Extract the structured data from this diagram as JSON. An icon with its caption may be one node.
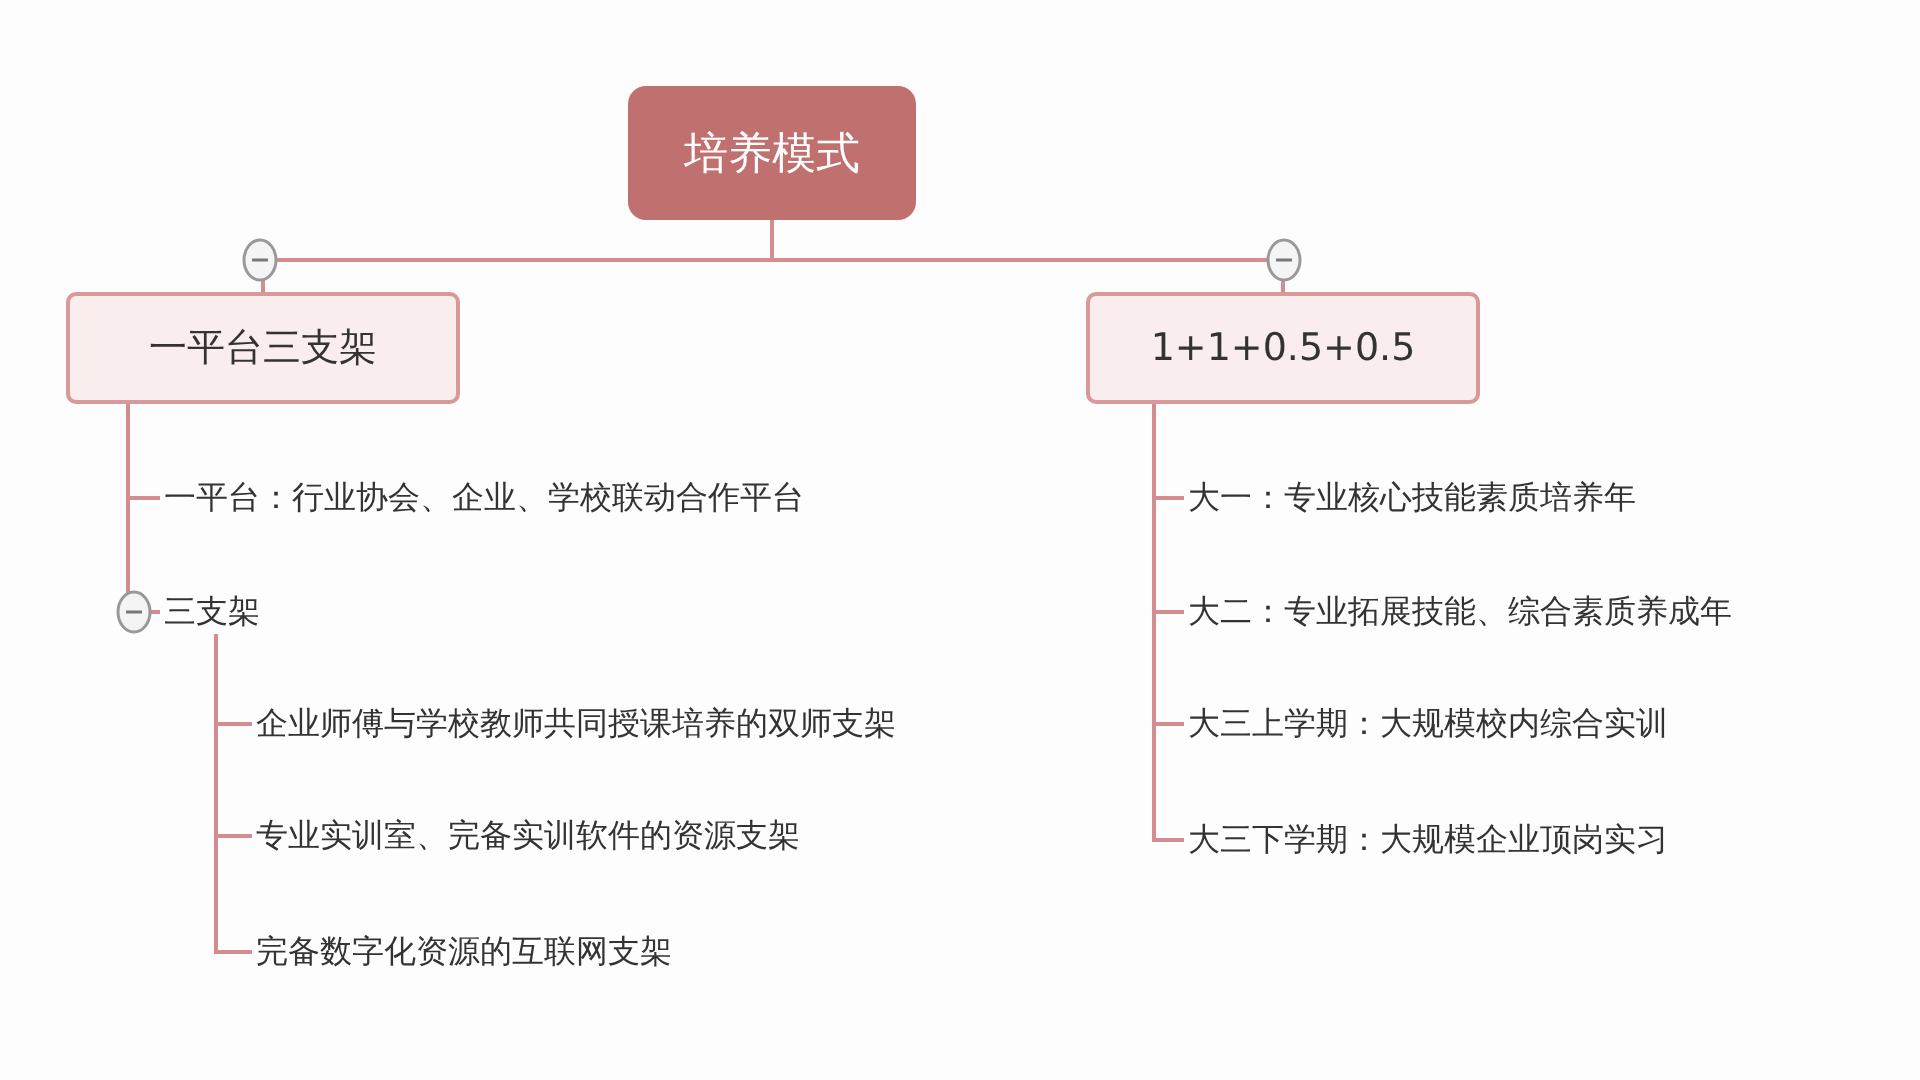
{
  "diagram": {
    "nodes": [
      {
        "text": [
          "培养模式"
        ]
      },
      {
        "text": [
          "一平台三支架"
        ]
      },
      {
        "text": [
          "1+1+0.5+0.5"
        ]
      },
      {
        "text": [
          "一平台：行业协会、企业、学校联动合作平台"
        ]
      },
      {
        "text": [
          "三支架"
        ]
      },
      {
        "text": [
          "企业师傅与学校教师共同授课培养的双师支架"
        ]
      },
      {
        "text": [
          "专业实训室、完备实训软件的资源支架"
        ]
      },
      {
        "text": [
          "完备数字化资源的互联网支架"
        ]
      },
      {
        "text": [
          "大一：专业核心技能素质培养年"
        ]
      },
      {
        "text": [
          "大二：专业拓展技能、综合素质养成年"
        ]
      },
      {
        "text": [
          "大三上学期：大规模校内综合实训"
        ]
      },
      {
        "text": [
          "大三下学期：大规模企业顶岗实习"
        ]
      }
    ],
    "edges": [
      {
        "from": 0,
        "to": 1,
        "arrow": "none"
      },
      {
        "from": 0,
        "to": 2,
        "arrow": "none"
      },
      {
        "from": 1,
        "to": 3,
        "arrow": "none"
      },
      {
        "from": 1,
        "to": 4,
        "arrow": "none"
      },
      {
        "from": 4,
        "to": 5,
        "arrow": "none"
      },
      {
        "from": 4,
        "to": 6,
        "arrow": "none"
      },
      {
        "from": 4,
        "to": 7,
        "arrow": "none"
      },
      {
        "from": 2,
        "to": 8,
        "arrow": "none"
      },
      {
        "from": 2,
        "to": 9,
        "arrow": "none"
      },
      {
        "from": 2,
        "to": 10,
        "arrow": "none"
      },
      {
        "from": 2,
        "to": 11,
        "arrow": "none"
      }
    ]
  }
}
